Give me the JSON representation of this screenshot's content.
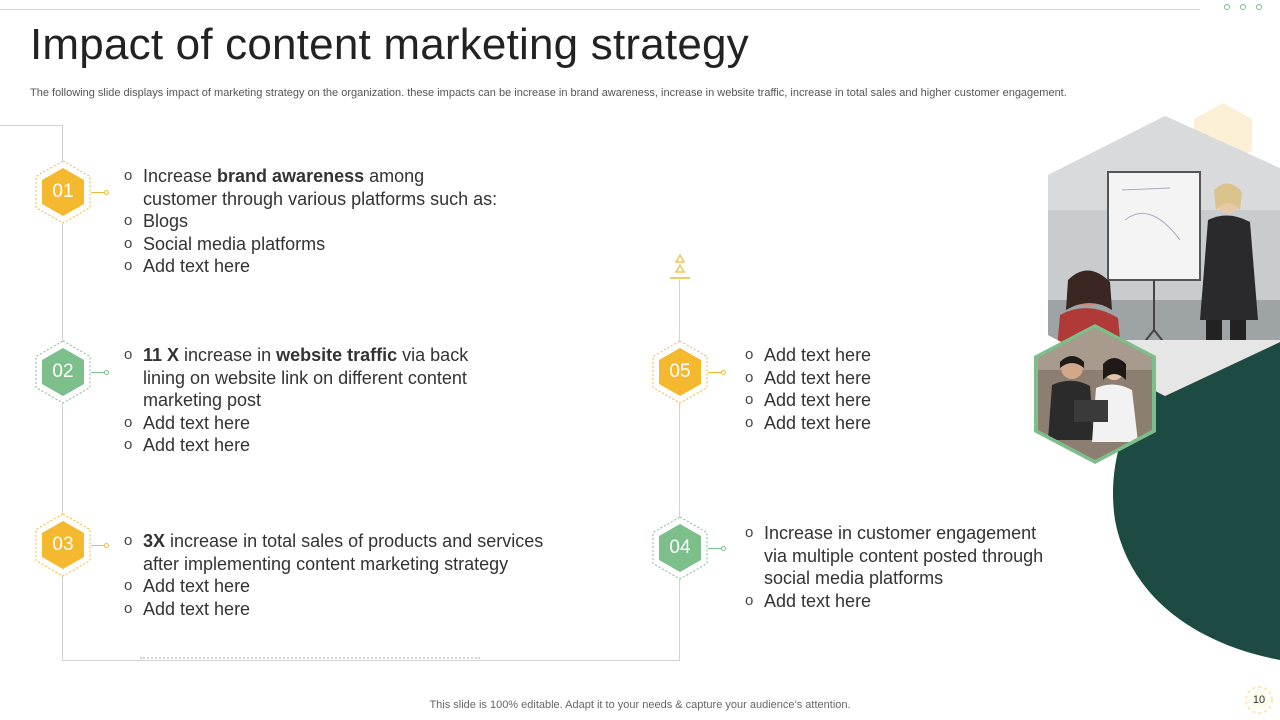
{
  "slide": {
    "title": "Impact of content marketing strategy",
    "subtitle": "The following slide displays impact of marketing strategy on the organization. these impacts can be increase in brand awareness, increase in website traffic, increase in total sales and higher customer engagement.",
    "footer": "This slide is 100% editable. Adapt it to your needs & capture your audience’s attention.",
    "page_number": "10"
  },
  "colors": {
    "yellow": "#f4b92e",
    "green": "#7cbf8a",
    "dark_green": "#1d4a42"
  },
  "bullet_glyph": "o",
  "items": [
    {
      "number": "01",
      "lead_before": "Increase ",
      "lead_bold": "brand awareness",
      "lead_after": " among",
      "lead_line2": "customer through various platforms such as:",
      "points": [
        "Blogs",
        "Social media platforms",
        "Add text here"
      ]
    },
    {
      "number": "02",
      "lead_bold1": "11 X",
      "lead_mid": " increase in ",
      "lead_bold2": "website traffic",
      "lead_after": " via back",
      "lead_line2": "lining on website link on different content",
      "lead_line3": "marketing post",
      "points": [
        "Add text here",
        "Add text here"
      ]
    },
    {
      "number": "03",
      "lead_bold": "3X",
      "lead_after": " increase in total sales of products and services",
      "lead_line2": "after implementing content marketing strategy",
      "points": [
        "Add text here",
        "Add text here"
      ]
    },
    {
      "number": "04",
      "lead": "Increase in customer engagement",
      "lead_line2": "via multiple content posted through",
      "lead_line3": "social media platforms",
      "points": [
        "Add text here"
      ]
    },
    {
      "number": "05",
      "points": [
        "Add text here",
        "Add text here",
        "Add text here",
        "Add text here"
      ]
    }
  ]
}
